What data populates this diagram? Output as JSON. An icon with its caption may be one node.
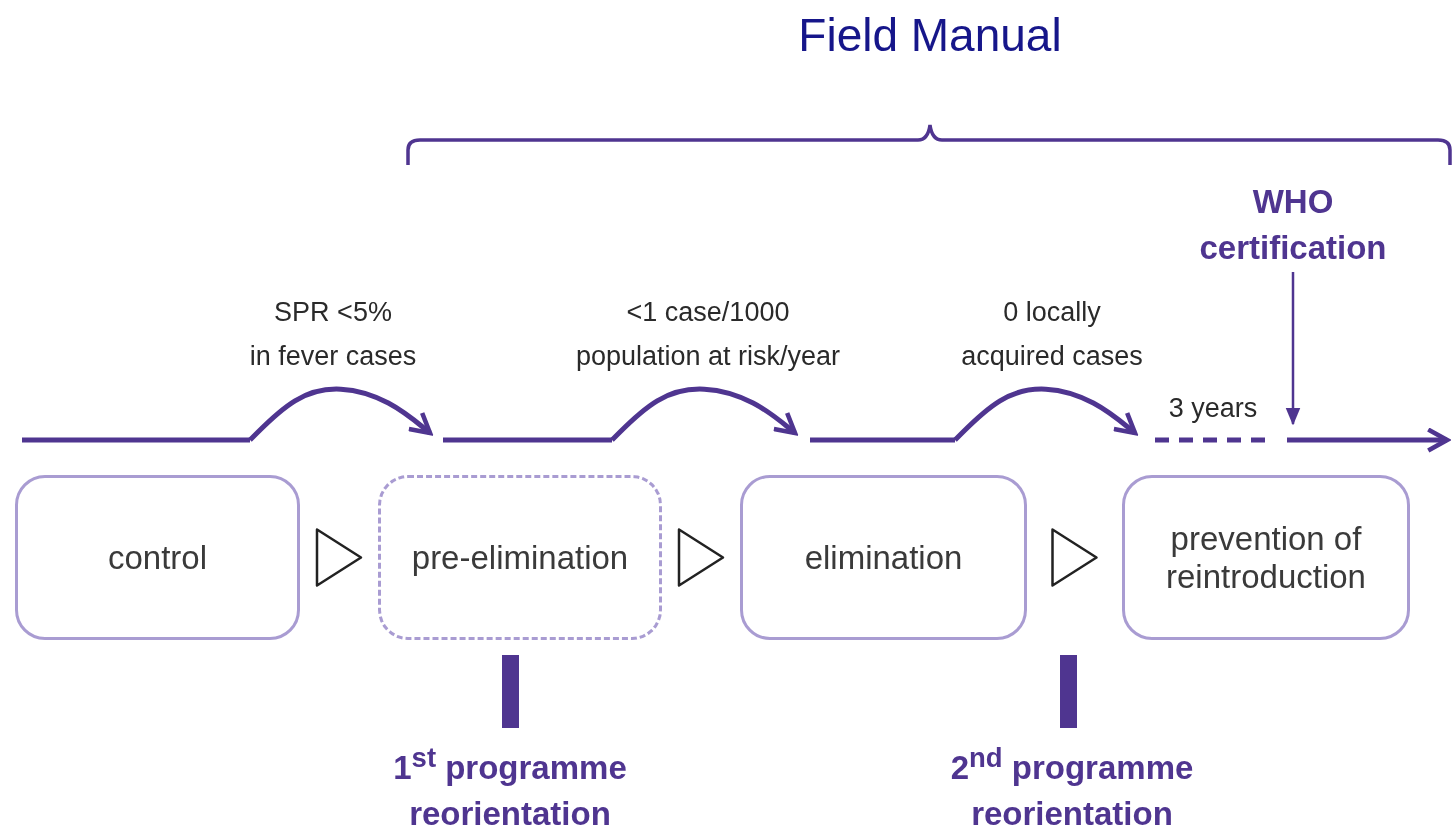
{
  "diagram": {
    "title": "Field Manual",
    "nodes": [
      {
        "text": [
          "control"
        ]
      },
      {
        "text": [
          "pre-elimination"
        ]
      },
      {
        "text": [
          "elimination"
        ]
      },
      {
        "text": [
          "prevention of reintroduction"
        ]
      },
      {
        "text": [
          "WHO certification"
        ]
      }
    ],
    "edges": [
      {
        "from": 0,
        "to": 1,
        "arrow": "to"
      },
      {
        "from": 1,
        "to": 2,
        "arrow": "to"
      },
      {
        "from": 2,
        "to": 3,
        "arrow": "to"
      },
      {
        "from": 4,
        "to": null,
        "arrow": "to",
        "color": "#4f3590"
      }
    ],
    "labels": [
      "SPR <5% in fever cases",
      "<1 case/1000 population at risk/year",
      "0 locally acquired cases",
      "3 years",
      "1$^{st}$ programme reorientation",
      "2$^{nd}$ programme reorientation"
    ]
  }
}
